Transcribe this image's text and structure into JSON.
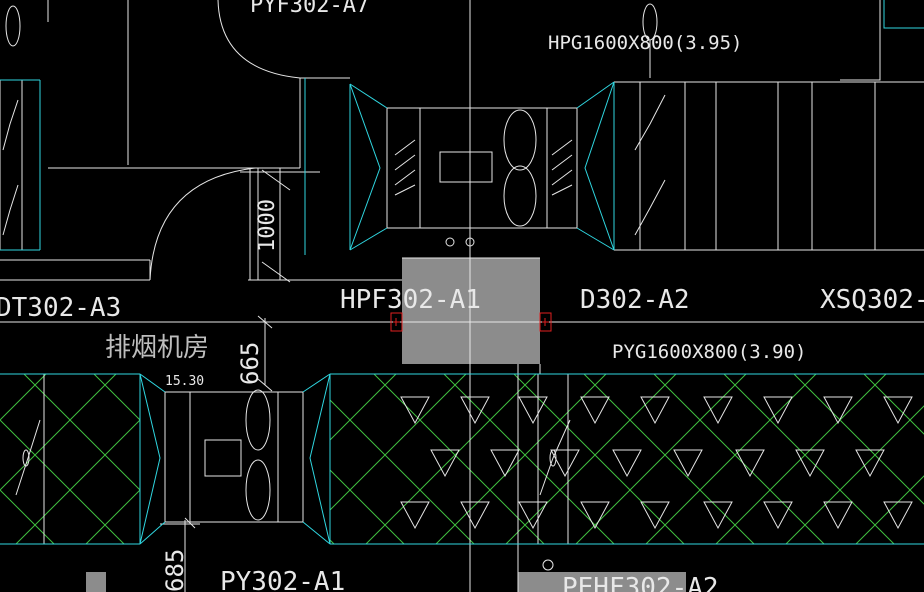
{
  "colors": {
    "background": "#000000",
    "line_white": "#e6e6e6",
    "line_cyan": "#2fd6e0",
    "hatch_green": "#3fbf3f",
    "fill_gray": "#8c8c8c",
    "marker_red": "#e02020"
  },
  "labels": {
    "top_fan_fragment": "PYF302-A7",
    "top_duct": "HPG1600X800(3.95)",
    "dim_1000": "1000",
    "left_fragment": "DT302-A3",
    "hpf": "HPF302-A1",
    "d302": "D302-A2",
    "xsq": "XSQ302-",
    "room": "排烟机房",
    "elev": "15.30",
    "dim_665": "665",
    "bottom_duct": "PYG1600X800(3.90)",
    "dim_685": "685",
    "py": "PY302-A1",
    "pehf": "PEHF302-A2"
  }
}
